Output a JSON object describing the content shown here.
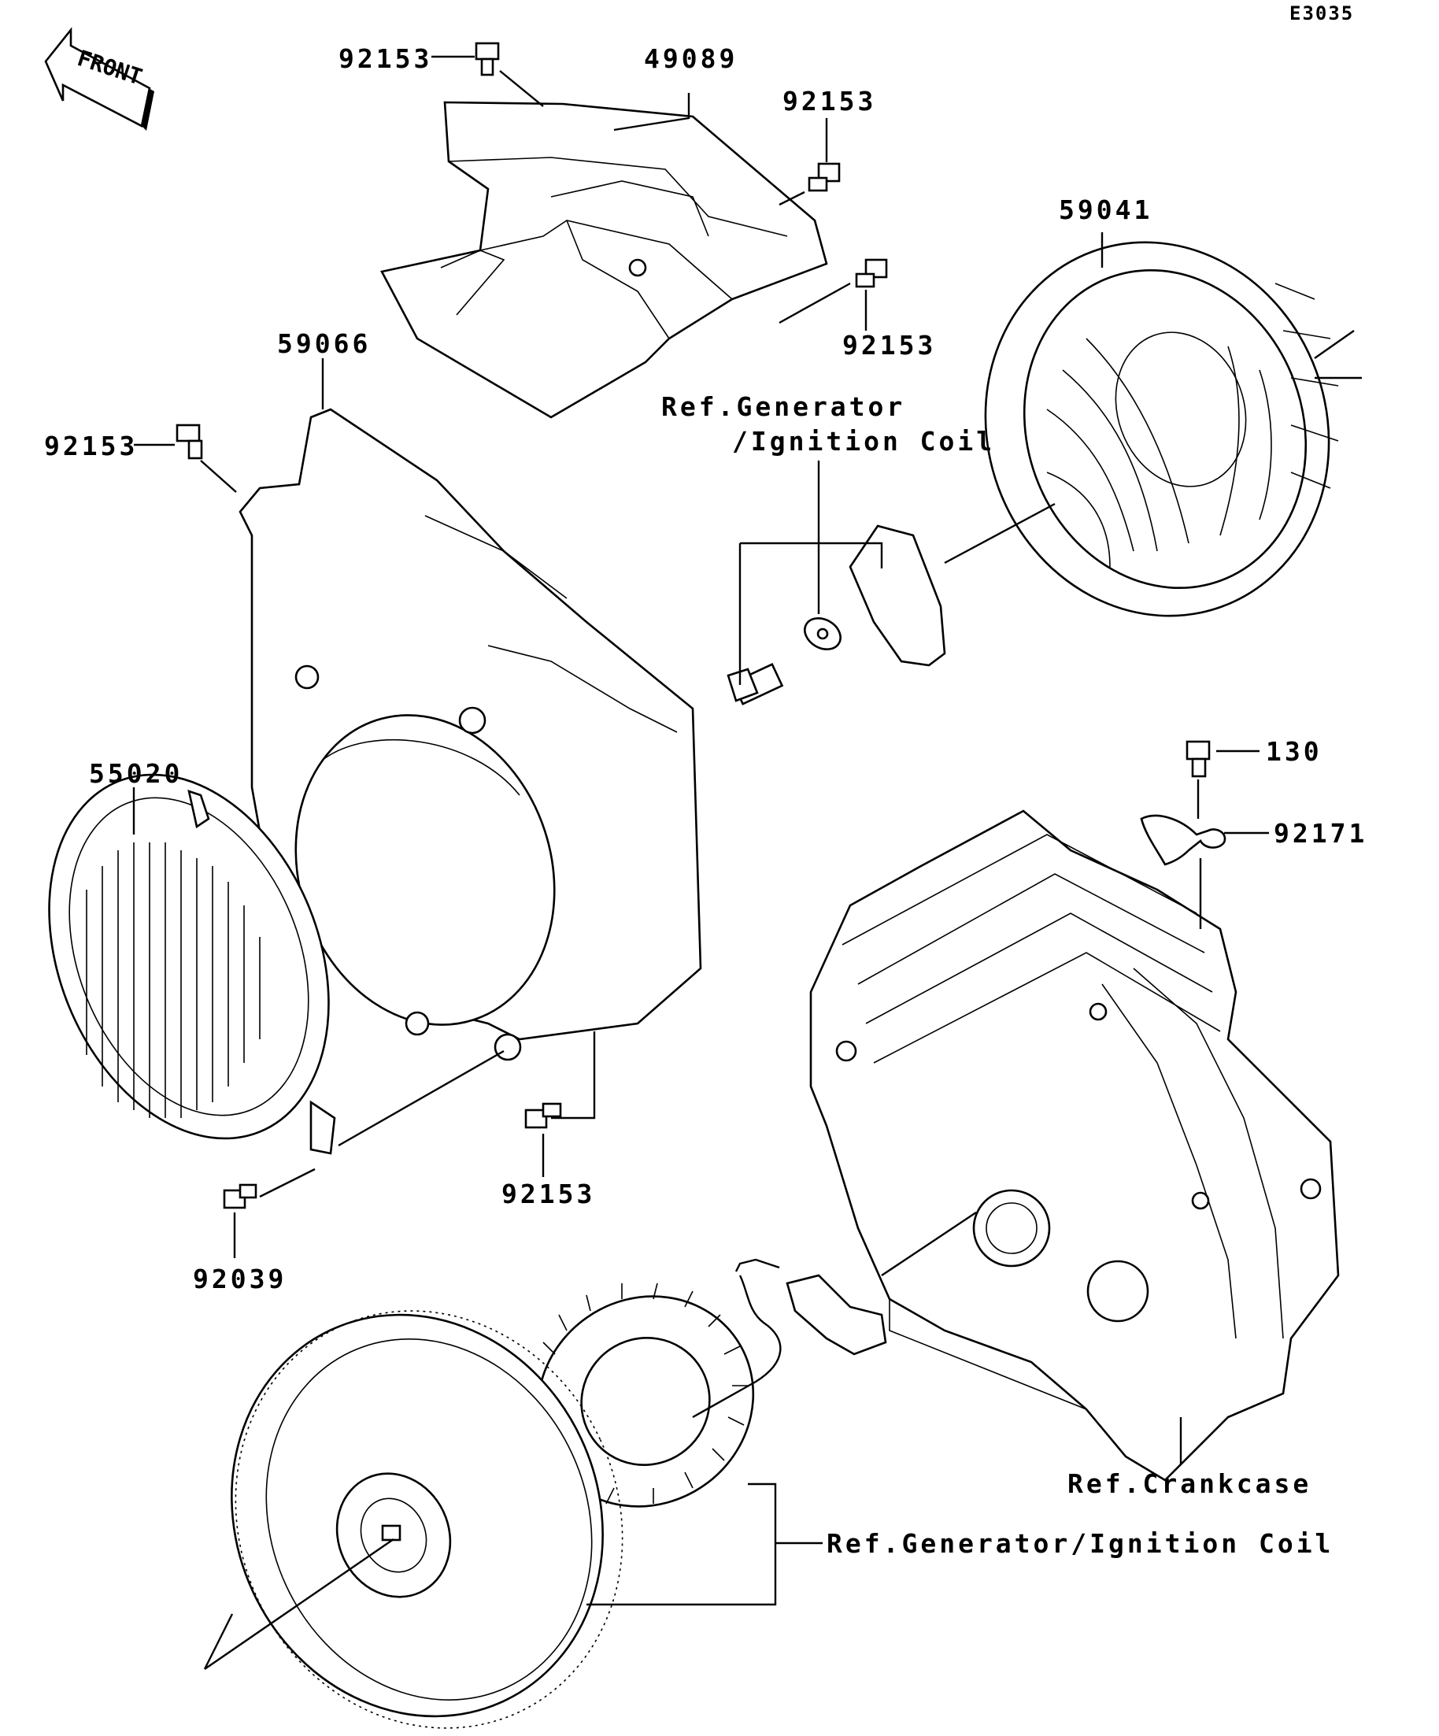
{
  "diagram_code": "E3035",
  "front_arrow": {
    "text": "FRONT",
    "icon": "front-direction-arrow-icon"
  },
  "labels": {
    "bolt_92153_top": "92153",
    "cover_49089": "49089",
    "bolt_92153_right_upper": "92153",
    "flywheel_fan_59041": "59041",
    "bolt_92153_right_lower": "92153",
    "shroud_59066": "59066",
    "bolt_92153_left": "92153",
    "ref_generator_line1": "Ref.Generator",
    "ref_generator_line2": "/Ignition Coil",
    "screen_55020": "55020",
    "bolt_130": "130",
    "clamp_92171": "92171",
    "bolt_92153_bottom": "92153",
    "bolt_92039": "92039",
    "ref_crankcase": "Ref.Crankcase",
    "ref_generator_full": "Ref.Generator/Ignition Coil"
  }
}
